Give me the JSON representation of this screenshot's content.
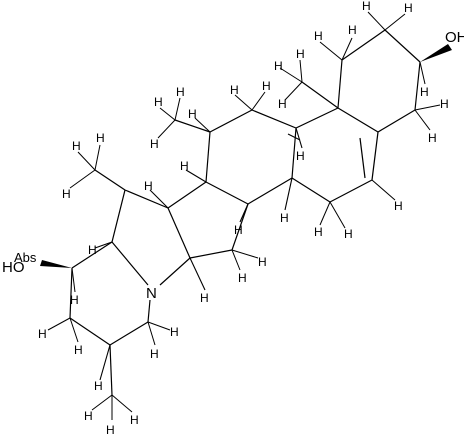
{
  "structure": {
    "atom_labels": {
      "oh_top": "OH",
      "n": "N",
      "ho_left": "HO",
      "abs": "Abs"
    },
    "h": "H",
    "colors": {
      "ink": "#000000",
      "background": "#ffffff"
    }
  }
}
